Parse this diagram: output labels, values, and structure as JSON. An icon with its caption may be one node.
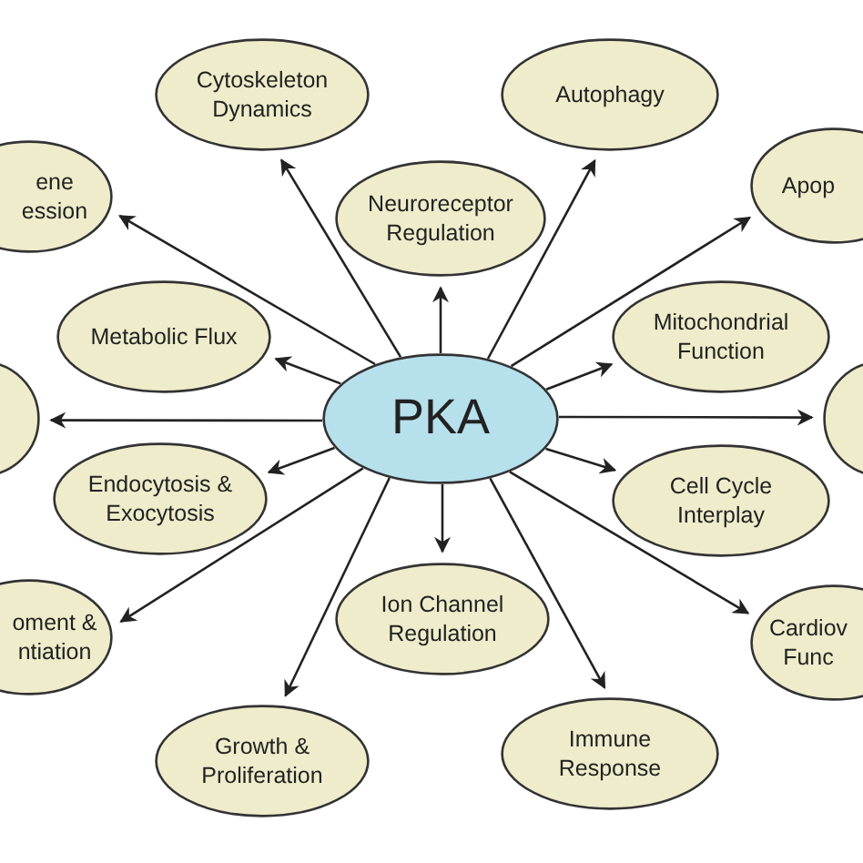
{
  "diagram": {
    "nodes": [
      {
        "text": [
          "PKA"
        ]
      },
      {
        "text": [
          "Cytoskeleton Dynamics"
        ]
      },
      {
        "text": [
          "Autophagy"
        ]
      },
      {
        "text": [
          "ene ession"
        ]
      },
      {
        "text": [
          "Neuroreceptor Regulation"
        ]
      },
      {
        "text": [
          "Apop"
        ]
      },
      {
        "text": [
          "Metabolic Flux"
        ]
      },
      {
        "text": [
          "Mitochondrial Function"
        ]
      },
      {
        "text": [],
        "shape": "ellipse"
      },
      {
        "text": [],
        "shape": "ellipse"
      },
      {
        "text": [
          "Endocytosis & Exocytosis"
        ]
      },
      {
        "text": [
          "Cell Cycle Interplay"
        ]
      },
      {
        "text": [
          "oment & ntiation"
        ]
      },
      {
        "text": [
          "Ion Channel Regulation"
        ]
      },
      {
        "text": [
          "Cardiov Func"
        ]
      },
      {
        "text": [
          "Growth & Proliferation"
        ]
      },
      {
        "text": [
          "Immune Response"
        ]
      }
    ],
    "edges": [
      {
        "from": 0,
        "to": 1,
        "arrow": "to"
      },
      {
        "from": 0,
        "to": 2,
        "arrow": "to"
      },
      {
        "from": 0,
        "to": 3,
        "arrow": "to"
      },
      {
        "from": 0,
        "to": 4,
        "arrow": "to"
      },
      {
        "from": 0,
        "to": 5,
        "arrow": "to"
      },
      {
        "from": 0,
        "to": 6,
        "arrow": "to"
      },
      {
        "from": 0,
        "to": 7,
        "arrow": "to"
      },
      {
        "from": 0,
        "to": 8,
        "arrow": "to"
      },
      {
        "from": 0,
        "to": 9,
        "arrow": "to"
      },
      {
        "from": 0,
        "to": 10,
        "arrow": "to"
      },
      {
        "from": 0,
        "to": 11,
        "arrow": "to"
      },
      {
        "from": 0,
        "to": 12,
        "arrow": "to"
      },
      {
        "from": 0,
        "to": 13,
        "arrow": "to"
      },
      {
        "from": 0,
        "to": 14,
        "arrow": "to"
      },
      {
        "from": 0,
        "to": 15,
        "arrow": "to"
      },
      {
        "from": 0,
        "to": 16,
        "arrow": "to"
      }
    ]
  }
}
